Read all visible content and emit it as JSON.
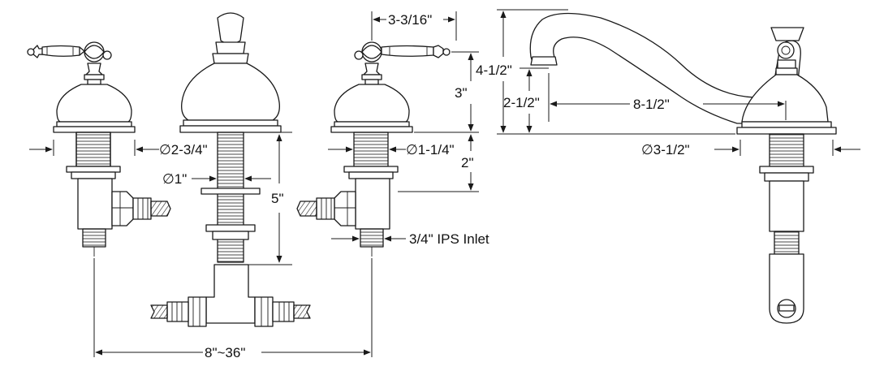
{
  "dimensions": {
    "handle_base_diameter": "∅2-3/4\"",
    "shank_diameter": "∅1\"",
    "shank_length": "5\"",
    "handle_spread": "8\"~36\"",
    "spout_inlet_offset": "3-3/16\"",
    "handle_height": "3\"",
    "handle_shank_diameter": "∅1-1/4\"",
    "handle_mount_depth": "2\"",
    "inlet": "3/4\" IPS Inlet",
    "spout_height": "4-1/2\"",
    "spout_clearance": "2-1/2\"",
    "spout_reach": "8-1/2\"",
    "spout_base_diameter": "∅3-1/2\""
  },
  "colors": {
    "line": "#1a1a1a",
    "background": "#ffffff"
  }
}
